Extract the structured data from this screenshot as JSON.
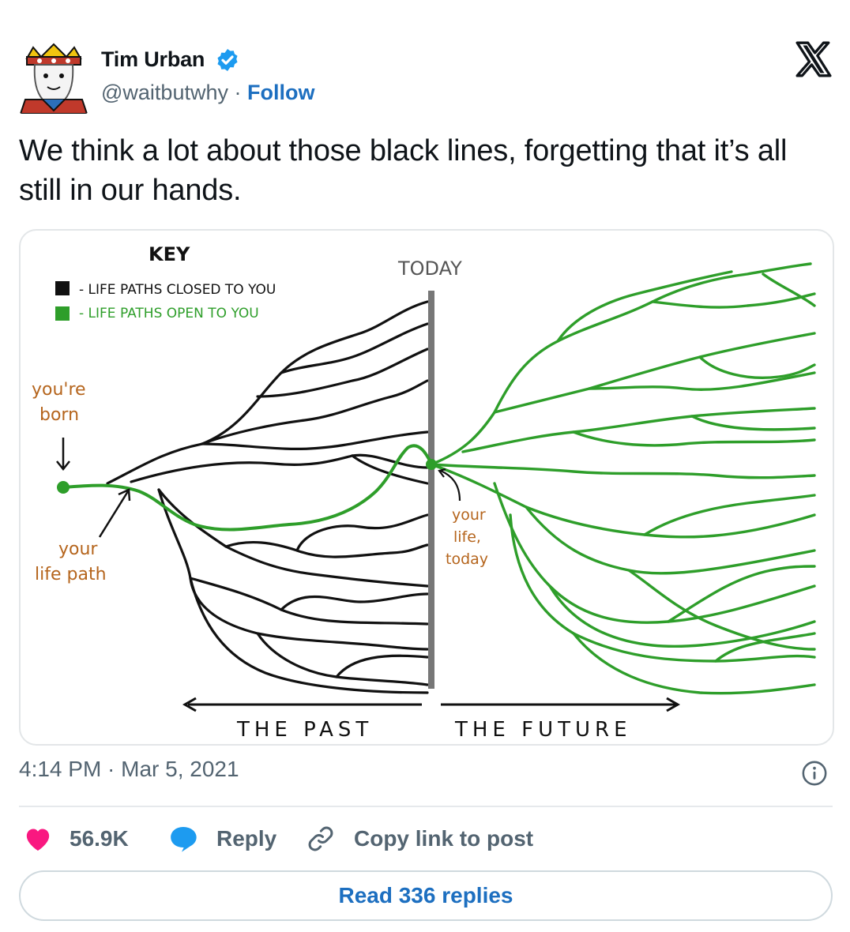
{
  "author": {
    "name": "Tim Urban",
    "handle": "@waitbutwhy",
    "separator": "·",
    "follow_label": "Follow"
  },
  "tweet": {
    "text": "We think a lot about those black lines, forgetting that it’s all still in our hands."
  },
  "illustration": {
    "key_title": "KEY",
    "key_closed": "- LIFE PATHS CLOSED TO YOU",
    "key_open": "- LIFE PATHS OPEN TO YOU",
    "today": "TODAY",
    "born_line1": "you're",
    "born_line2": "born",
    "path_line1": "your",
    "path_line2": "life path",
    "today_line1": "your",
    "today_line2": "life,",
    "today_line3": "today",
    "past": "THE PAST",
    "future": "THE FUTURE",
    "colors": {
      "closed": "#111111",
      "open": "#2e9e2a",
      "divider": "#777777"
    }
  },
  "meta": {
    "timestamp": "4:14 PM · Mar 5, 2021"
  },
  "actions": {
    "likes": "56.9K",
    "reply": "Reply",
    "copy_link": "Copy link to post"
  },
  "read_replies": "Read 336 replies",
  "icons": {
    "avatar": "avatar-king-card",
    "verified": "verified-badge-icon",
    "x": "x-logo-icon",
    "info": "info-icon",
    "heart": "heart-icon",
    "reply": "reply-bubble-icon",
    "link": "link-icon"
  },
  "accent_colors": {
    "link_blue": "#1d6fc0",
    "heart": "#f91880",
    "reply_blue": "#1d9bf0"
  }
}
